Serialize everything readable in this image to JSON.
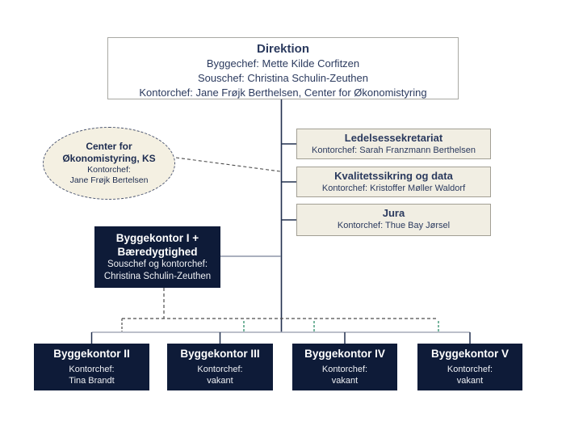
{
  "colors": {
    "dark_navy_box": "#0e1b38",
    "navy_text": "#2b3a5e",
    "cream_box": "#f1eee3",
    "ellipse_fill": "#f4f0e2",
    "trunk_line": "#22304f",
    "gray_line": "#a6abb8",
    "dark_dash": "#4d4d4d",
    "teal_dash": "#2f8f6b"
  },
  "direktion": {
    "title": "Direktion",
    "lines": [
      "Byggechef: Mette Kilde Corfitzen",
      "Souschef: Christina Schulin-Zeuthen",
      "Kontorchef: Jane Frøjk Berthelsen, Center for Økonomistyring"
    ]
  },
  "ellipse": {
    "title_line1": "Center for",
    "title_line2": "Økonomistyring, KS",
    "role": "Kontorchef:",
    "name": "Jane Frøjk Bertelsen"
  },
  "side_units": [
    {
      "title": "Ledelsessekretariat",
      "subtitle": "Kontorchef: Sarah Franzmann Berthelsen"
    },
    {
      "title": "Kvalitetssikring og data",
      "subtitle": "Kontorchef: Kristoffer Møller Waldorf"
    },
    {
      "title": "Jura",
      "subtitle": "Kontorchef: Thue Bay Jørsel"
    }
  ],
  "byggekontor1": {
    "title_line1": "Byggekontor I +",
    "title_line2": "Bæredygtighed",
    "role": "Souschef og kontorchef:",
    "name": "Christina Schulin-Zeuthen"
  },
  "bottom_units": [
    {
      "title": "Byggekontor II",
      "role": "Kontorchef:",
      "name": "Tina Brandt"
    },
    {
      "title": "Byggekontor III",
      "role": "Kontorchef:",
      "name": "vakant"
    },
    {
      "title": "Byggekontor IV",
      "role": "Kontorchef:",
      "name": "vakant"
    },
    {
      "title": "Byggekontor V",
      "role": "Kontorchef:",
      "name": "vakant"
    }
  ]
}
